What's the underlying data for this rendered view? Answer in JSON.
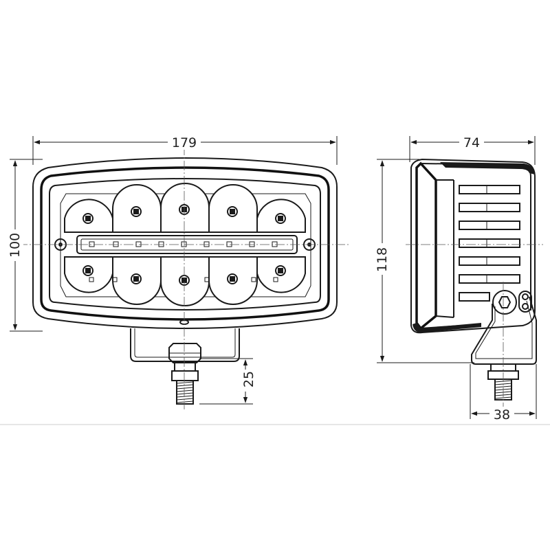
{
  "dimensions": {
    "front_width": "179",
    "front_height": "100",
    "mount_height": "25",
    "side_depth": "74",
    "side_height": "118",
    "bracket_width": "38"
  },
  "colors": {
    "line": "#1a1a1a",
    "background": "#ffffff"
  }
}
